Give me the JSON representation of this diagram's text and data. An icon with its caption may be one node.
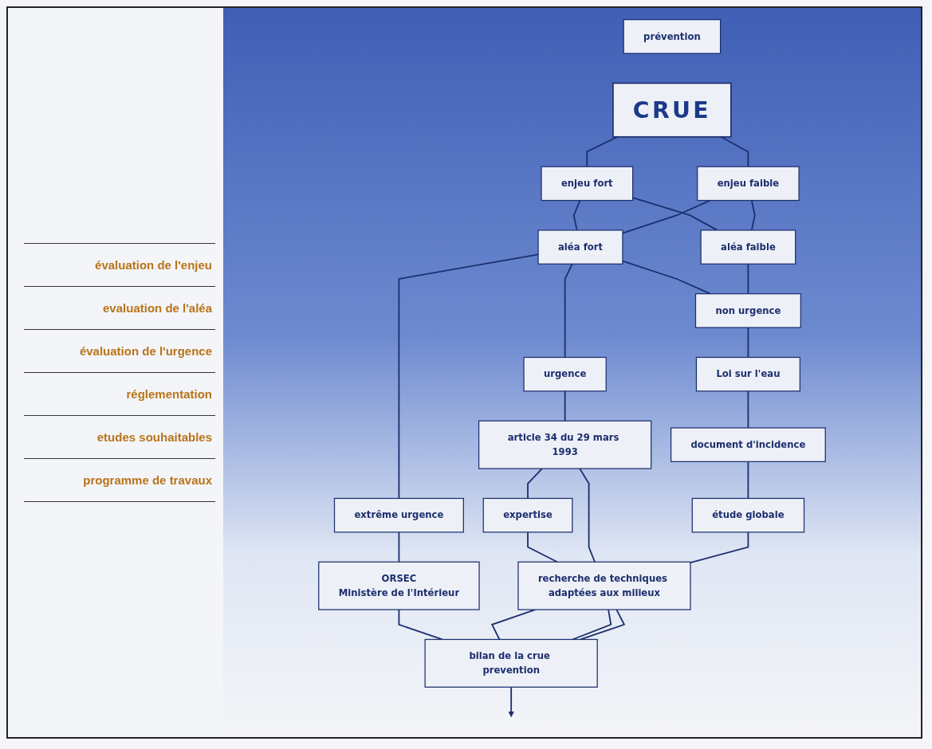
{
  "diagram": {
    "nodes": [
      {
        "text": [
          "prévention"
        ]
      },
      {
        "text": [
          "CRUE"
        ]
      },
      {
        "text": [
          "enjeu fort"
        ]
      },
      {
        "text": [
          "enjeu faible"
        ]
      },
      {
        "text": [
          "aléa fort"
        ]
      },
      {
        "text": [
          "aléa faible"
        ]
      },
      {
        "text": [
          "extrême urgence"
        ]
      },
      {
        "text": [
          "urgence"
        ]
      },
      {
        "text": [
          "non urgence"
        ]
      },
      {
        "text": [
          "ORSEC",
          "Ministère de l'Intérieur"
        ]
      },
      {
        "text": [
          "article 34 du 29 mars 1993"
        ]
      },
      {
        "text": [
          "Loi sur l'eau"
        ]
      },
      {
        "text": [
          "document d'incidence"
        ]
      },
      {
        "text": [
          "expertise"
        ]
      },
      {
        "text": [
          "étude globale"
        ]
      },
      {
        "text": [
          "recherche de techniques adaptées aux milieux"
        ]
      },
      {
        "text": [
          "bilan de la crue prevention"
        ]
      }
    ],
    "edges": [
      {
        "from": 1,
        "to": 2,
        "arrow": "none"
      },
      {
        "from": 1,
        "to": 3,
        "arrow": "none"
      },
      {
        "from": 2,
        "to": 4,
        "arrow": "none"
      },
      {
        "from": 2,
        "to": 5,
        "arrow": "none"
      },
      {
        "from": 3,
        "to": 4,
        "arrow": "none"
      },
      {
        "from": 3,
        "to": 5,
        "arrow": "none"
      },
      {
        "from": 4,
        "to": 6,
        "arrow": "none"
      },
      {
        "from": 4,
        "to": 7,
        "arrow": "none"
      },
      {
        "from": 4,
        "to": 8,
        "arrow": "none"
      },
      {
        "from": 5,
        "to": 8,
        "arrow": "none"
      },
      {
        "from": 6,
        "to": 9,
        "arrow": "none"
      },
      {
        "from": 7,
        "to": 10,
        "arrow": "none"
      },
      {
        "from": 8,
        "to": 11,
        "arrow": "none"
      },
      {
        "from": 11,
        "to": 12,
        "arrow": "none"
      },
      {
        "from": 10,
        "to": 13,
        "arrow": "none"
      },
      {
        "from": 12,
        "to": 14,
        "arrow": "none"
      },
      {
        "from": 13,
        "to": 15,
        "arrow": "none"
      },
      {
        "from": 10,
        "to": 15,
        "arrow": "none"
      },
      {
        "from": 14,
        "to": 15,
        "arrow": "none"
      },
      {
        "from": 9,
        "to": 16,
        "arrow": "none"
      },
      {
        "from": 15,
        "to": 16,
        "arrow": "none"
      },
      {
        "from": 15,
        "to": 16,
        "arrow": "none"
      },
      {
        "from": 15,
        "to": 16,
        "arrow": "none"
      },
      {
        "from": 16,
        "to": null,
        "arrow": "to"
      }
    ],
    "labels": [
      "évaluation de l'enjeu",
      "evaluation de l'aléa",
      "évaluation de l'urgence",
      "réglementation",
      "etudes souhaitables",
      "programme de travaux"
    ]
  }
}
